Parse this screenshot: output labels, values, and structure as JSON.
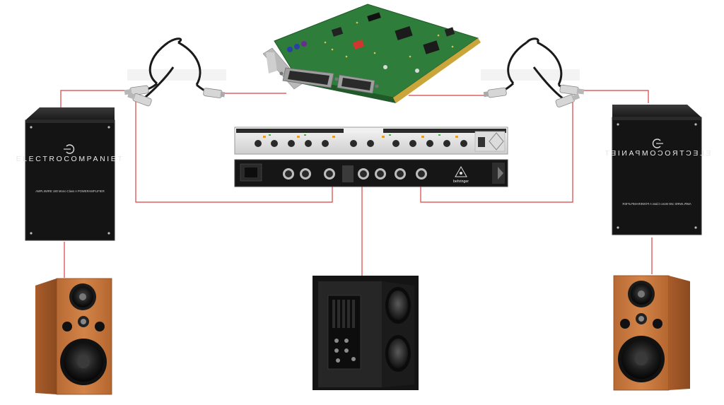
{
  "colors": {
    "wire": "#d94040",
    "amp_body": "#141414",
    "speaker_wood": "#c7773f",
    "pcb_green": "#2f7d3a",
    "sub_body": "#1e1e1e"
  },
  "amplifier_left": {
    "brand": "ELECTROCOMPANIET",
    "model": "AMPLIWIRE 180 Mono Class A POWERAMPLIFIER"
  },
  "amplifier_right": {
    "brand": "ELECTROCOMPANIET",
    "model": "AMPLIWIRE 180 Mono Class A POWERAMPLIFIER"
  },
  "crossover": {
    "brand": "behringer"
  },
  "icons": [
    "pcie-sound-card",
    "xlr-y-cable",
    "power-amplifier",
    "crossover-rack-unit",
    "floorstanding-speaker",
    "subwoofer"
  ]
}
